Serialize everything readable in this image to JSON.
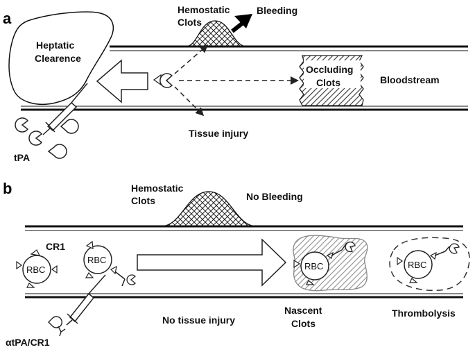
{
  "panel_a": {
    "letter": "a",
    "hepatic_line1": "Heptatic",
    "hepatic_line2": "Clearence",
    "hemostatic_line1": "Hemostatic",
    "hemostatic_line2": "Clots",
    "bleeding": "Bleeding",
    "occluding_line1": "Occluding",
    "occluding_line2": "Clots",
    "bloodstream": "Bloodstream",
    "tissue_injury": "Tissue injury",
    "tpa": "tPA"
  },
  "panel_b": {
    "letter": "b",
    "hemostatic_line1": "Hemostatic",
    "hemostatic_line2": "Clots",
    "no_bleeding": "No Bleeding",
    "cr1": "CR1",
    "rbc": "RBC",
    "no_tissue_injury": "No tissue injury",
    "nascent_line1": "Nascent",
    "nascent_line2": "Clots",
    "thrombolysis": "Thrombolysis",
    "atpa_cr1": "αtPA/CR1"
  }
}
